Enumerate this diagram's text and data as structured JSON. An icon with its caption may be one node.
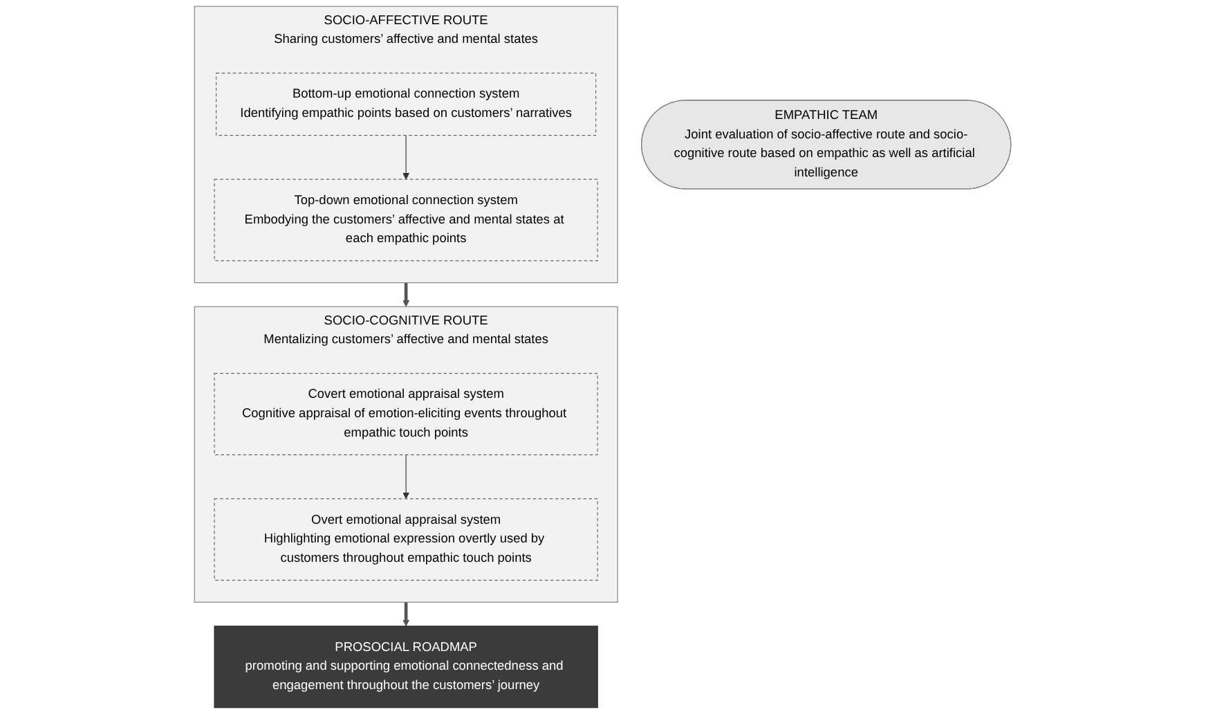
{
  "diagram": {
    "nodes": [
      {
        "text": [
          "SOCIO-AFFECTIVE ROUTE",
          "Sharing customers’ affective and mental states"
        ]
      },
      {
        "text": [
          "Bottom-up emotional connection system",
          "Identifying empathic points based on customers’ narratives"
        ],
        "in": 0
      },
      {
        "text": [
          "Top-down emotional connection system",
          "Embodying the customers’ affective and mental states at each empathic points"
        ],
        "in": 0
      },
      {
        "text": [
          "SOCIO-COGNITIVE ROUTE",
          "Mentalizing customers’ affective and mental states"
        ]
      },
      {
        "text": [
          "Covert emotional appraisal system",
          "Cognitive appraisal of emotion-eliciting events throughout empathic touch points"
        ],
        "in": 3
      },
      {
        "text": [
          "Overt emotional appraisal system",
          "Highlighting emotional expression overtly used by customers throughout empathic touch points"
        ],
        "in": 3
      },
      {
        "text": [
          "PROSOCIAL ROADMAP",
          "promoting and supporting emotional connectedness and engagement throughout the customers’ journey"
        ]
      },
      {
        "text": [
          "EMPATHIC TEAM",
          "Joint evaluation of socio-affective route and socio-cognitive route based on empathic as well as artificial intelligence"
        ]
      }
    ],
    "edges": [
      {
        "from": 1,
        "to": 2,
        "arrow": "to"
      },
      {
        "from": 0,
        "to": 3,
        "arrow": "to",
        "style": "thick"
      },
      {
        "from": 4,
        "to": 5,
        "arrow": "to"
      },
      {
        "from": 3,
        "to": 6,
        "arrow": "to",
        "style": "thick"
      }
    ]
  }
}
